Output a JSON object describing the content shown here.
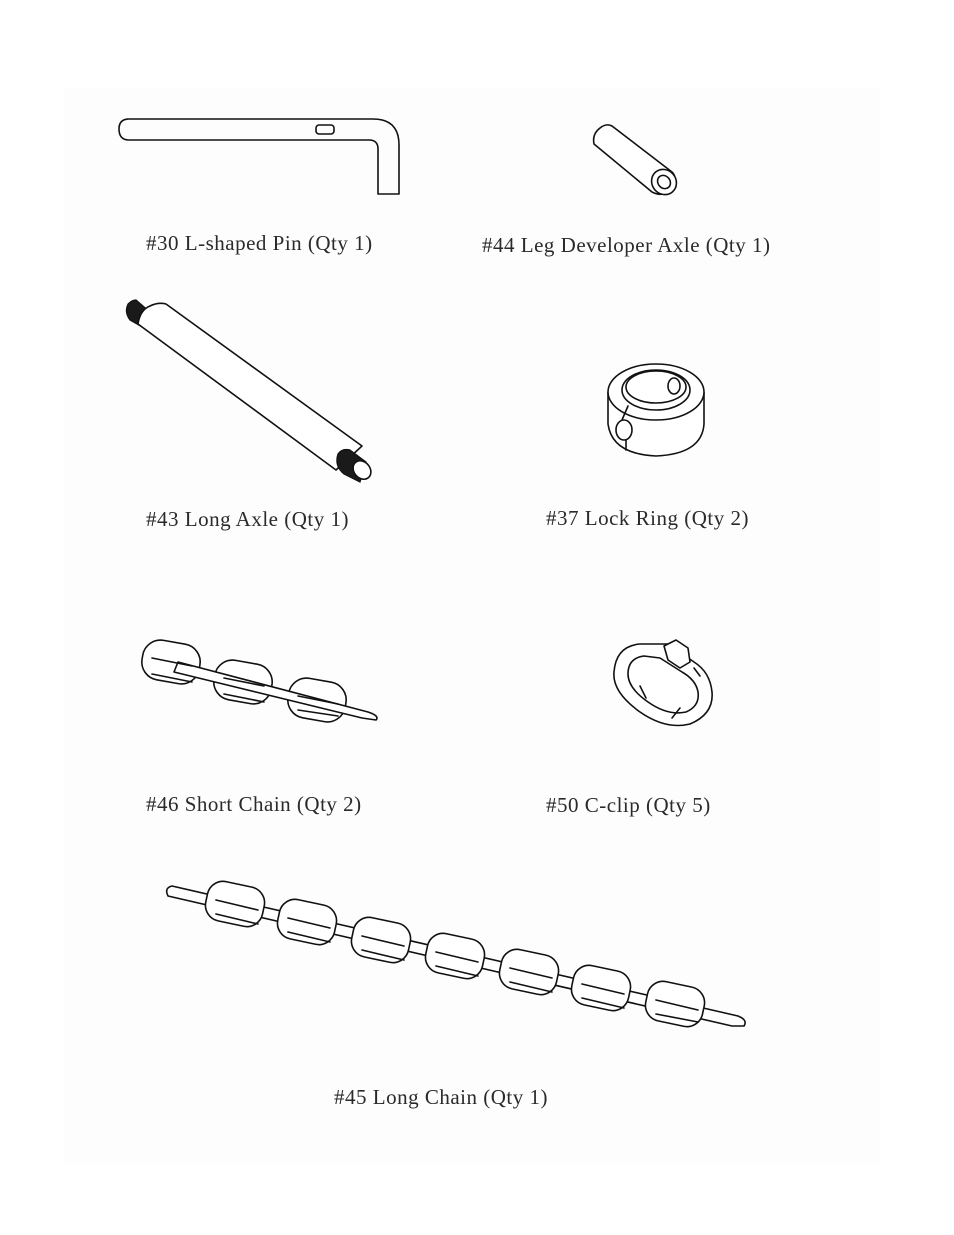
{
  "parts": [
    {
      "id": "30",
      "name": "L-shaped Pin",
      "qty": 1,
      "label": "#30 L-shaped Pin (Qty 1)",
      "icon": "l-shaped-pin-icon"
    },
    {
      "id": "44",
      "name": "Leg Developer Axle",
      "qty": 1,
      "label": "#44 Leg Developer Axle (Qty 1)",
      "icon": "leg-developer-axle-icon"
    },
    {
      "id": "43",
      "name": "Long Axle",
      "qty": 1,
      "label": "#43 Long Axle (Qty 1)",
      "icon": "long-axle-icon"
    },
    {
      "id": "37",
      "name": "Lock Ring",
      "qty": 2,
      "label": "#37 Lock Ring (Qty 2)",
      "icon": "lock-ring-icon"
    },
    {
      "id": "46",
      "name": "Short Chain",
      "qty": 2,
      "label": "#46 Short Chain (Qty 2)",
      "icon": "short-chain-icon"
    },
    {
      "id": "50",
      "name": "C-clip",
      "qty": 5,
      "label": "#50 C-clip (Qty 5)",
      "icon": "c-clip-icon"
    },
    {
      "id": "45",
      "name": "Long Chain",
      "qty": 1,
      "label": "#45 Long Chain (Qty 1)",
      "icon": "long-chain-icon"
    }
  ]
}
